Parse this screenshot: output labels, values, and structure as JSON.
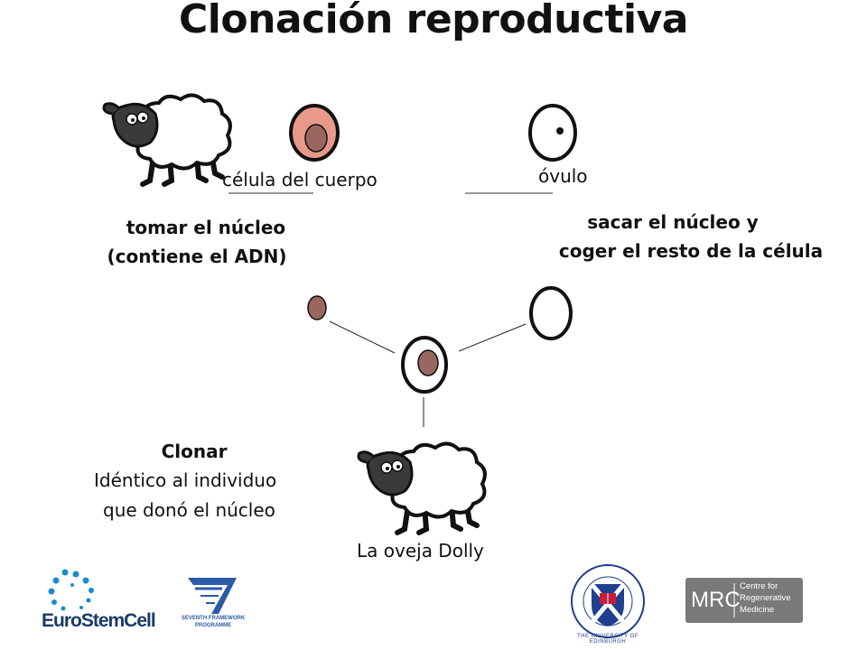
{
  "title": "Clonación reproductiva",
  "labels": {
    "body_cell": "célula del cuerpo",
    "egg": "óvulo",
    "take_nucleus_line1": "tomar el núcleo",
    "take_nucleus_line2": "(contiene el ADN)",
    "remove_nucleus_line1": "sacar el núcleo y",
    "remove_nucleus_line2": "coger el resto de la célula",
    "clone_title": "Clonar",
    "clone_line1": "Idéntico al individuo",
    "clone_line2": "que donó el núcleo",
    "dolly": "La oveja Dolly"
  },
  "logos": {
    "eurostemcell": "EuroStemCell",
    "fp7_line1": "SEVENTH FRAMEWORK",
    "fp7_line2": "PROGRAMME",
    "edinburgh_ring": "THE UNIVERSITY OF EDINBURGH",
    "mrc": "MRC",
    "mrc_text_line1": "Centre for",
    "mrc_text_line2": "Regenerative",
    "mrc_text_line3": "Medicine"
  },
  "colors": {
    "cell_pink": "#e8998a",
    "nucleus_brown": "#9a6660",
    "outline": "#111111",
    "eurostemcell_blue": "#1a8ad4",
    "fp7_blue": "#2a5aa8",
    "edinburgh_red": "#c41e3a",
    "edinburgh_blue": "#1f3f8f",
    "mrc_grey": "#7a7a7a"
  }
}
